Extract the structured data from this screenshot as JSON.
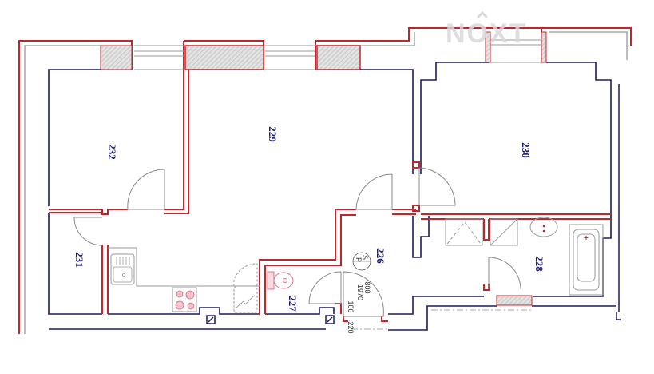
{
  "watermark": {
    "text": "NOXT"
  },
  "rooms": [
    {
      "id": "232",
      "label": "232"
    },
    {
      "id": "229",
      "label": "229"
    },
    {
      "id": "230",
      "label": "230"
    },
    {
      "id": "231",
      "label": "231"
    },
    {
      "id": "226",
      "label": "226"
    },
    {
      "id": "227",
      "label": "227"
    },
    {
      "id": "228",
      "label": "228"
    }
  ],
  "entrance": {
    "symbol_top": "S",
    "symbol_bottom": "P",
    "door_width": "800",
    "door_height": "1970",
    "threshold_1": "100",
    "threshold_2": "220"
  },
  "colors": {
    "wall_red": "#c0262b",
    "wall_navy": "#1c1c5e",
    "fixture_gray": "#8a8a8a",
    "fixture_pink": "#e28a9a",
    "hatch": "#cfcfcf",
    "label": "#1a1a7a"
  }
}
